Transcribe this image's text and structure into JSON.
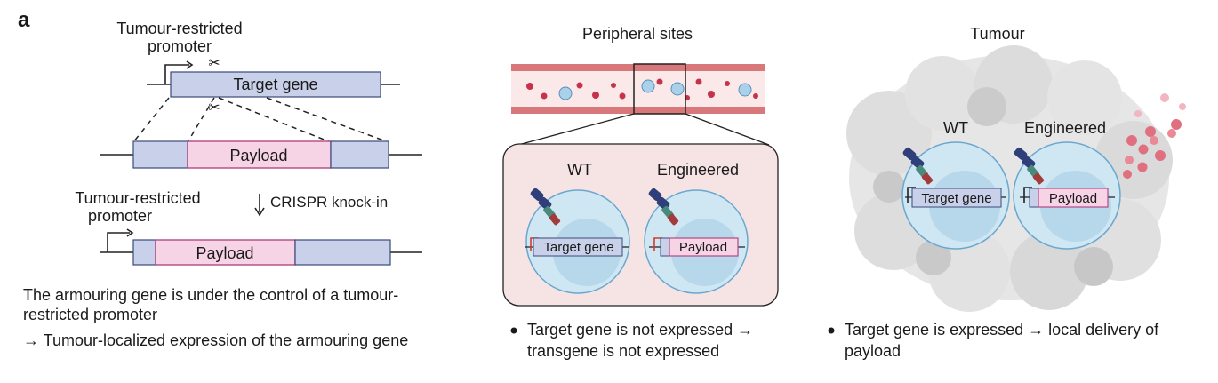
{
  "panel_label": "a",
  "left": {
    "promoter_label_line1": "Tumour-restricted",
    "promoter_label_line2": "promoter",
    "target_gene": "Target gene",
    "donor_payload": "Payload",
    "promoter2_line1": "Tumour-restricted",
    "promoter2_line2": "promoter",
    "crispr_label": "CRISPR knock-in",
    "result_payload": "Payload",
    "caption_line1": "The armouring gene is under the control of a tumour-",
    "caption_line2": "restricted promoter",
    "caption_arrow": "→ Tumour-localized expression of the armouring gene"
  },
  "middle": {
    "title": "Peripheral sites",
    "wt_label": "WT",
    "eng_label": "Engineered",
    "wt_gene": "Target gene",
    "eng_gene": "Payload",
    "bullet_line1": "Target gene is not expressed →",
    "bullet_line2": "transgene is not expressed"
  },
  "right": {
    "title": "Tumour",
    "wt_label": "WT",
    "eng_label": "Engineered",
    "wt_gene": "Target gene",
    "eng_gene": "Payload",
    "bullet_line1": "Target gene is expressed → local delivery of",
    "bullet_line2": "payload"
  },
  "colors": {
    "gene_blue": "#c9d1ea",
    "payload_pink": "#f7d3e6",
    "payload_border": "#b44a86",
    "vessel_red": "#d9787a",
    "cell_blue": "#a9d2ea",
    "promoter_red": "#d23b2e",
    "dot_red": "#d94a5a"
  },
  "icons": [
    "scissors-icon",
    "promoter-arrow-icon",
    "down-arrow-icon",
    "car-receptor-icon",
    "bullet-dot-icon"
  ]
}
